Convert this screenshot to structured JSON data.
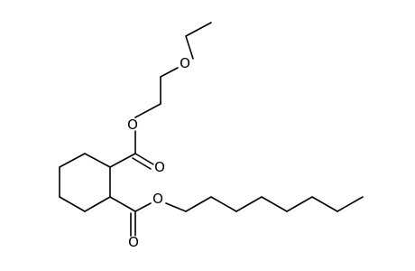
{
  "molecule": {
    "atoms": {
      "o1": "O",
      "o2": "O",
      "o3": "O",
      "o4": "O",
      "o5": "O"
    }
  }
}
